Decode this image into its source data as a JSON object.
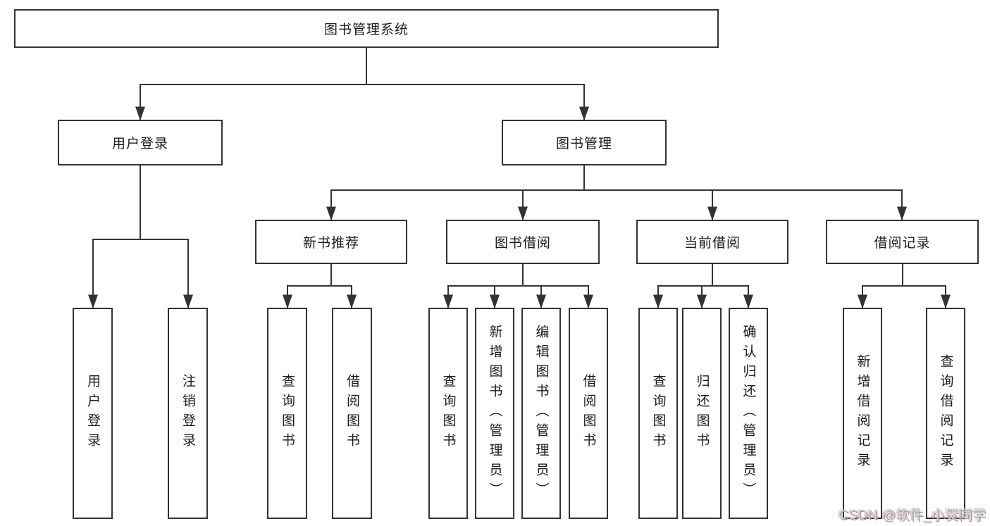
{
  "tree": {
    "root": {
      "label": "图书管理系统"
    },
    "branches": [
      {
        "label": "用户登录",
        "children": [
          "用户登录",
          "注销登录"
        ]
      },
      {
        "label": "图书管理",
        "groups": [
          {
            "label": "新书推荐",
            "children": [
              "查询图书",
              "借阅图书"
            ]
          },
          {
            "label": "图书借阅",
            "children": [
              "查询图书",
              "新增图书（管理员）",
              "编辑图书（管理员）",
              "借阅图书"
            ]
          },
          {
            "label": "当前借阅",
            "children": [
              "查询图书",
              "归还图书",
              "确认归还（管理员）"
            ]
          },
          {
            "label": "借阅记录",
            "children": [
              "新增借阅记录",
              "查询借阅记录"
            ]
          }
        ]
      }
    ]
  },
  "watermark": "CSDN @软件_小贺同学",
  "colors": {
    "line": "#333333",
    "box_border": "#333333",
    "box_fill": "#ffffff",
    "text": "#1a1a1a",
    "background": "#ffffff",
    "watermark_text": "#d9d9d9"
  }
}
